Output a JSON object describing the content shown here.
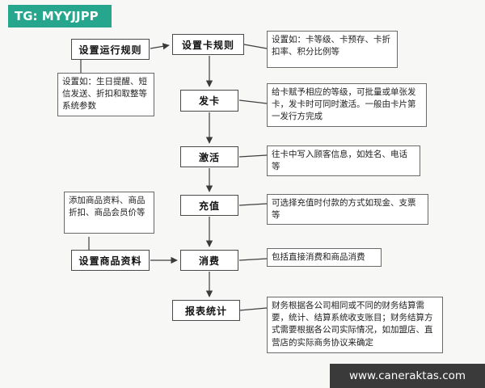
{
  "colors": {
    "tg_banner_bg": "#26a68c",
    "site_banner_bg": "#3a3a3a",
    "box_border": "#4a4a4a",
    "background": "#f7f7f5"
  },
  "watermarks": {
    "tg": "TG: MYYJJPP",
    "site": "www.caneraktas.com"
  },
  "flowchart": {
    "nodes": {
      "set_run_rules": "设置运行规则",
      "set_card_rules": "设置卡规则",
      "issue_card": "发卡",
      "activate": "激活",
      "recharge": "充值",
      "set_product_data": "设置商品资料",
      "consume": "消费",
      "report_stats": "报表统计"
    },
    "annotations": {
      "card_rules_note": "设置如：卡等级、卡预存、卡折扣率、积分比例等",
      "run_rules_note": "设置如：生日提醒、短信发送、折扣和取整等系统参数",
      "issue_card_note": "给卡赋予相应的等级，可批量或单张发卡，发卡时可同时激活。一般由卡片第一发行方完成",
      "activate_note": "往卡中写入顾客信息，如姓名、电话等",
      "recharge_note": "可选择充值时付款的方式如现金、支票等",
      "product_note": "添加商品资料、商品折扣、商品会员价等",
      "consume_note": "包括直接消费和商品消费",
      "report_note": "财务根据各公司相同或不同的财务结算需要，统计、结算系统收支账目；财务结算方式需要根据各公司实际情况，如加盟店、直营店的实际商务协议来确定"
    },
    "edges": [
      "设置运行规则→设置卡规则",
      "设置卡规则→发卡",
      "发卡→激活",
      "激活→充值",
      "充值→消费",
      "设置商品资料→消费",
      "消费→报表统计"
    ]
  }
}
